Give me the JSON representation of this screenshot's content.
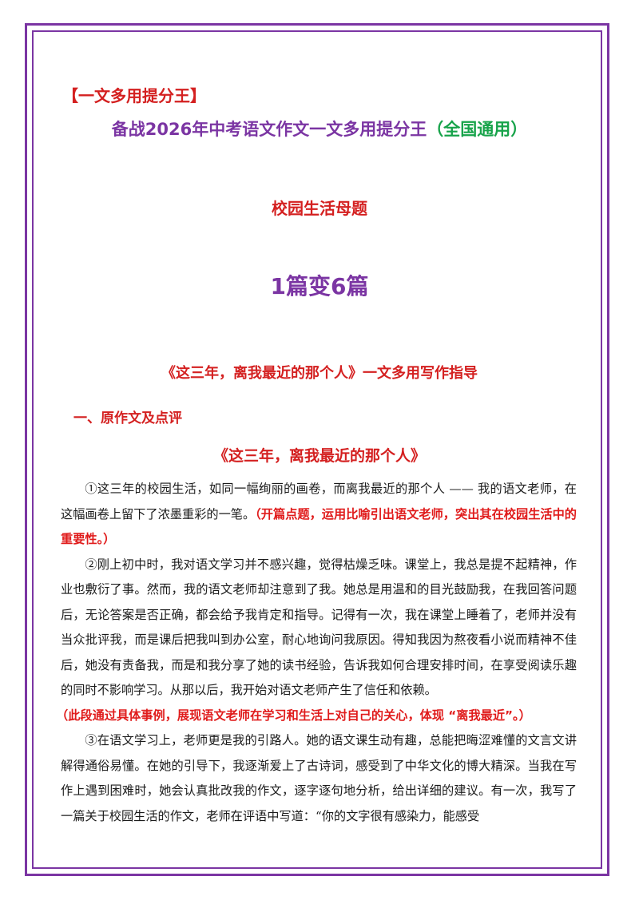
{
  "header": {
    "brand": "【一文多用提分王】",
    "title_main": "备战2026年中考语文作文一文多用提分王",
    "title_scope": "（全国通用）",
    "subject": "校园生活母题",
    "tagline": "1篇变6篇"
  },
  "guide": {
    "title": "《这三年，离我最近的那个人》一文多用写作指导",
    "section_heading": "一、原作文及点评",
    "essay_title": "《这三年，离我最近的那个人》"
  },
  "paragraphs": [
    {
      "text": "①这三年的校园生活，如同一幅绚丽的画卷，而离我最近的那个人 —— 我的语文老师，在这幅画卷上留下了浓墨重彩的一笔。",
      "note": "（开篇点题，运用比喻引出语文老师，突出其在校园生活中的重要性。）"
    },
    {
      "text": "②刚上初中时，我对语文学习并不感兴趣，觉得枯燥乏味。课堂上，我总是提不起精神，作业也敷衍了事。然而，我的语文老师却注意到了我。她总是用温和的目光鼓励我，在我回答问题后，无论答案是否正确，都会给予我肯定和指导。记得有一次，我在课堂上睡着了，老师并没有当众批评我，而是课后把我叫到办公室，耐心地询问我原因。得知我因为熬夜看小说而精神不佳后，她没有责备我，而是和我分享了她的读书经验，告诉我如何合理安排时间，在享受阅读乐趣的同时不影响学习。从那以后，我开始对语文老师产生了信任和依赖。",
      "note": "（此段通过具体事例，展现语文老师在学习和生活上对自己的关心，体现 “离我最近”。）"
    },
    {
      "text": "③在语文学习上，老师更是我的引路人。她的语文课生动有趣，总能把晦涩难懂的文言文讲解得通俗易懂。在她的引导下，我逐渐爱上了古诗词，感受到了中华文化的博大精深。当我在写作上遇到困难时，她会认真批改我的作文，逐字逐句地分析，给出详细的建议。有一次，我写了一篇关于校园生活的作文，老师在评语中写道：“你的文字很有感染力，能感受"
    }
  ]
}
